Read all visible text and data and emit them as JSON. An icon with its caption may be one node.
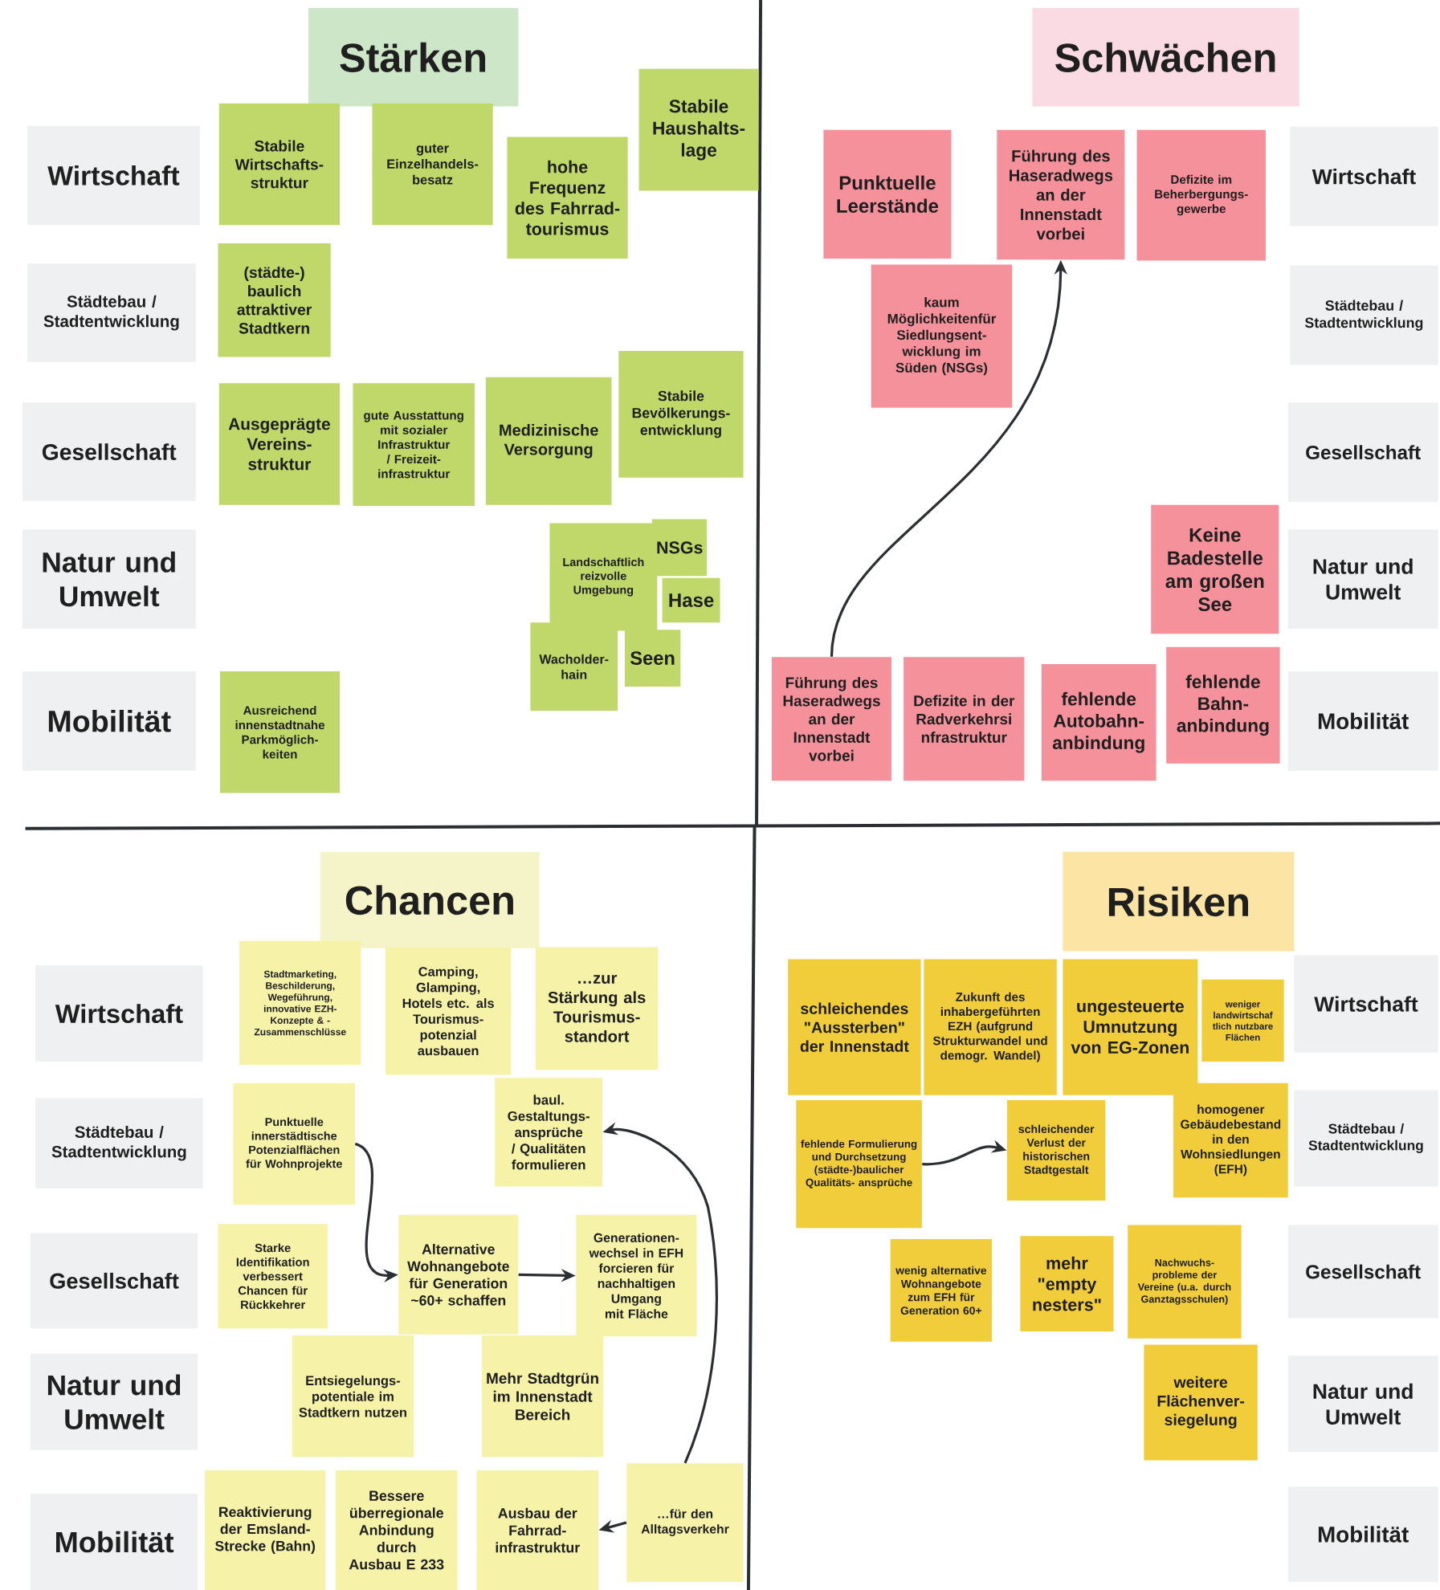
{
  "diagram": {
    "nodes": [
      {
        "text": [
          "Stärken"
        ]
      },
      {
        "text": [
          "Wirtschaft"
        ]
      },
      {
        "text": [
          "Städtebau / Stadtentwicklung"
        ]
      },
      {
        "text": [
          "Gesellschaft"
        ]
      },
      {
        "text": [
          "Natur und Umwelt"
        ]
      },
      {
        "text": [
          "Mobilität"
        ]
      },
      {
        "text": [
          "Stabile Wirtschafts- struktur"
        ]
      },
      {
        "text": [
          "guter Einzelhandels- besatz"
        ]
      },
      {
        "text": [
          "hohe Frequenz des Fahrrad- tourismus"
        ]
      },
      {
        "text": [
          "Stabile Haushalts- lage"
        ]
      },
      {
        "text": [
          "(städte-) baulich attraktiver Stadtkern"
        ]
      },
      {
        "text": [
          "Ausgeprägte Vereins- struktur"
        ]
      },
      {
        "text": [
          "gute Ausstattung mit sozialer Infrastruktur / Freizeit- infrastruktur"
        ]
      },
      {
        "text": [
          "Medizinische Versorgung"
        ]
      },
      {
        "text": [
          "Stabile Bevölkerungs- entwicklung"
        ]
      },
      {
        "text": [
          "Landschaftlich reizvolle Umgebung"
        ]
      },
      {
        "text": [
          "NSGs"
        ]
      },
      {
        "text": [
          "Hase"
        ]
      },
      {
        "text": [
          "Wacholder- hain"
        ]
      },
      {
        "text": [
          "Seen"
        ]
      },
      {
        "text": [
          "Ausreichend innenstadtnahe Parkmöglich- keiten"
        ]
      },
      {
        "text": [
          "Schwächen"
        ]
      },
      {
        "text": [
          "Wirtschaft"
        ]
      },
      {
        "text": [
          "Städtebau / Stadtentwicklung"
        ]
      },
      {
        "text": [
          "Gesellschaft"
        ]
      },
      {
        "text": [
          "Natur und Umwelt"
        ]
      },
      {
        "text": [
          "Mobilität"
        ]
      },
      {
        "text": [
          "Punktuelle Leerstände"
        ]
      },
      {
        "text": [
          "Führung des Haseradwegs an der Innenstadt vorbei"
        ]
      },
      {
        "text": [
          "Defizite im Beherbergungs- gewerbe"
        ]
      },
      {
        "text": [
          "kaum Möglichkeitenfür Siedlungsent- wicklung im Süden (NSGs)"
        ]
      },
      {
        "text": [
          "Keine Badestelle am großen See"
        ]
      },
      {
        "text": [
          "Führung des Haseradwegs an der Innenstadt vorbei"
        ]
      },
      {
        "text": [
          "Defizite in der Radverkehrsi nfrastruktur"
        ]
      },
      {
        "text": [
          "fehlende Autobahn- anbindung"
        ]
      },
      {
        "text": [
          "fehlende Bahn- anbindung"
        ]
      },
      {
        "text": [
          "Chancen"
        ]
      },
      {
        "text": [
          "Wirtschaft"
        ]
      },
      {
        "text": [
          "Städtebau / Stadtentwicklung"
        ]
      },
      {
        "text": [
          "Gesellschaft"
        ]
      },
      {
        "text": [
          "Natur und Umwelt"
        ]
      },
      {
        "text": [
          "Mobilität"
        ]
      },
      {
        "text": [
          "Stadtmarketing, Beschilderung, Wegeführung, innovative EZH- Konzepte & - Zusammenschlüsse"
        ]
      },
      {
        "text": [
          "Camping, Glamping, Hotels etc. als Tourismus- potenzial ausbauen"
        ]
      },
      {
        "text": [
          "…zur Stärkung als Tourismus- standort"
        ]
      },
      {
        "text": [
          "Punktuelle innerstädtische Potenzialflächen für Wohnprojekte"
        ]
      },
      {
        "text": [
          "baul. Gestaltungs- ansprüche / Qualitäten formulieren"
        ]
      },
      {
        "text": [
          "Starke Identifikation verbessert Chancen für Rückkehrer"
        ]
      },
      {
        "text": [
          "Alternative Wohnangebote für Generation ~60+ schaffen"
        ]
      },
      {
        "text": [
          "Generationen- wechsel in EFH forcieren für nachhaltigen Umgang mit Fläche"
        ]
      },
      {
        "text": [
          "Entsiegelungs- potentiale im Stadtkern nutzen"
        ]
      },
      {
        "text": [
          "Mehr Stadtgrün im Innenstadt Bereich"
        ]
      },
      {
        "text": [
          "Reaktivierung der Emsland- Strecke (Bahn)"
        ]
      },
      {
        "text": [
          "Bessere überregionale Anbindung durch Ausbau E 233"
        ]
      },
      {
        "text": [
          "Ausbau der Fahrrad- infrastruktur"
        ]
      },
      {
        "text": [
          "…für den Alltagsverkehr"
        ]
      },
      {
        "text": [
          "Risiken"
        ]
      },
      {
        "text": [
          "Wirtschaft"
        ]
      },
      {
        "text": [
          "Städtebau / Stadtentwicklung"
        ]
      },
      {
        "text": [
          "Gesellschaft"
        ]
      },
      {
        "text": [
          "Natur und Umwelt"
        ]
      },
      {
        "text": [
          "Mobilität"
        ]
      },
      {
        "text": [
          "schleichendes \"Aussterben\" der Innenstadt"
        ]
      },
      {
        "text": [
          "Zukunft des inhabergeführten EZH (aufgrund Strukturwandel und demogr. Wandel)"
        ]
      },
      {
        "text": [
          "ungesteuerte Umnutzung von EG-Zonen"
        ]
      },
      {
        "text": [
          "weniger landwirtschaf tlich nutzbare Flächen"
        ]
      },
      {
        "text": [
          "fehlende Formulierung und Durchsetzung (städte-)baulicher Qualitäts- ansprüche"
        ]
      },
      {
        "text": [
          "schleichender Verlust der historischen Stadtgestalt"
        ]
      },
      {
        "text": [
          "homogener Gebäudebestand in den Wohnsiedlungen (EFH)"
        ]
      },
      {
        "text": [
          "wenig alternative Wohnangebote zum EFH für Generation 60+"
        ]
      },
      {
        "text": [
          "mehr \"empty nesters\""
        ]
      },
      {
        "text": [
          "Nachwuchs- probleme der Vereine (u.a. durch Ganztagsschulen)"
        ]
      },
      {
        "text": [
          "weitere Flächenver- siegelung"
        ]
      }
    ],
    "edges": [
      {
        "from": 32,
        "to": 28,
        "arrow": "to"
      },
      {
        "from": 45,
        "to": 48,
        "arrow": "to"
      },
      {
        "from": 48,
        "to": 49,
        "arrow": "to"
      },
      {
        "from": 55,
        "to": 46,
        "arrow": "to"
      },
      {
        "from": 55,
        "to": 54,
        "arrow": "to"
      },
      {
        "from": 66,
        "to": 67,
        "arrow": "to"
      }
    ]
  }
}
